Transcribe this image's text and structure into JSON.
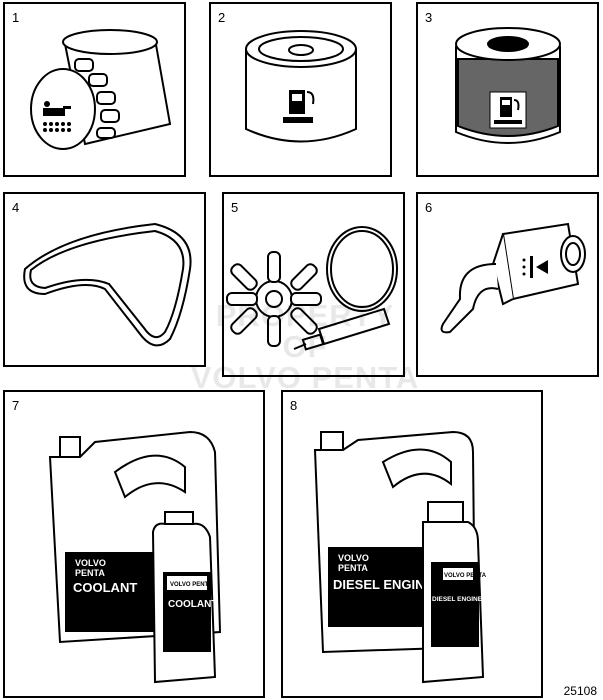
{
  "panels": [
    {
      "number": "1"
    },
    {
      "number": "2"
    },
    {
      "number": "3"
    },
    {
      "number": "4"
    },
    {
      "number": "5"
    },
    {
      "number": "6"
    },
    {
      "number": "7",
      "brand_line1": "VOLVO",
      "brand_line2": "PENTA",
      "product": "COOLANT"
    },
    {
      "number": "8",
      "brand_line1": "VOLVO",
      "brand_line2": "PENTA",
      "product": "DIESEL ENGINE OIL"
    }
  ],
  "watermark": {
    "line1": "PROPERTY OF",
    "line2": "VOLVO PENTA"
  },
  "figure_id": "25108"
}
